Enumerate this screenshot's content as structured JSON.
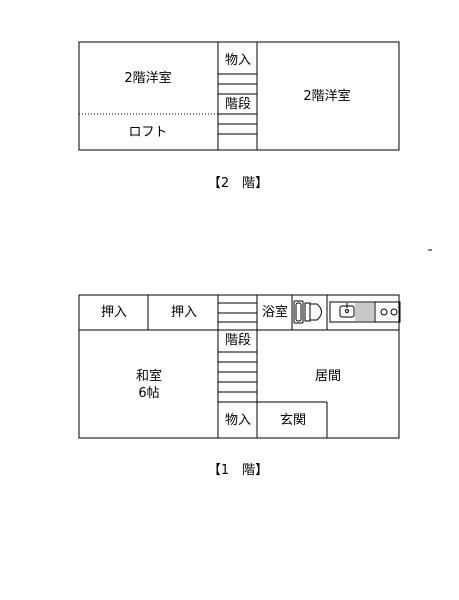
{
  "floor2": {
    "caption": "【2　階】",
    "rooms": {
      "western_left": "2階洋室",
      "loft": "ロフト",
      "closet": "物入",
      "stairs": "階段",
      "western_right": "2階洋室"
    }
  },
  "floor1": {
    "caption": "【1　階】",
    "rooms": {
      "oshiire_1": "押入",
      "oshiire_2": "押入",
      "bath": "浴室",
      "stairs": "階段",
      "washitsu": "和室",
      "washitsu_size": "6帖",
      "living": "居間",
      "closet": "物入",
      "entrance": "玄関"
    }
  },
  "colors": {
    "line": "#000000",
    "fixture_fill": "#c8c8c8",
    "background": "#ffffff"
  }
}
